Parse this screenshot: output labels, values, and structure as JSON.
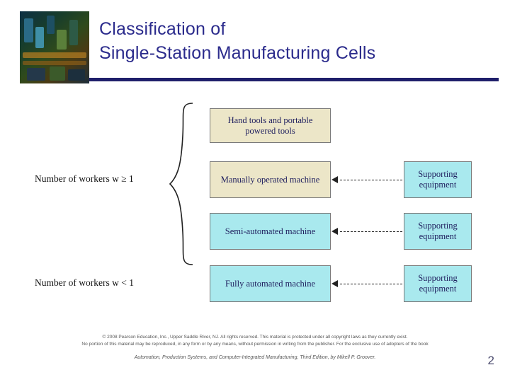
{
  "header": {
    "title_line1": "Classification of",
    "title_line2": "Single-Station Manufacturing Cells",
    "rule_color": "#1f1f6b",
    "title_color": "#2b2b8c"
  },
  "diagram": {
    "left_labels": [
      {
        "text": "Number of workers w ≥ 1"
      },
      {
        "text": "Number of workers w < 1"
      }
    ],
    "center_boxes": [
      {
        "text": "Hand tools and portable powered tools",
        "fill": "#ece6c8"
      },
      {
        "text": "Manually operated machine",
        "fill": "#ece6c8"
      },
      {
        "text": "Semi-automated machine",
        "fill": "#a9e9ee"
      },
      {
        "text": "Fully automated machine",
        "fill": "#a9e9ee"
      }
    ],
    "right_boxes": [
      {
        "text": "Supporting equipment",
        "fill": "#a9e9ee"
      },
      {
        "text": "Supporting equipment",
        "fill": "#a9e9ee"
      },
      {
        "text": "Supporting equipment",
        "fill": "#a9e9ee"
      }
    ]
  },
  "footer": {
    "copyright_line1": "© 2008 Pearson Education, Inc., Upper Saddle River, NJ.  All rights reserved.  This material is protected under all copyright laws as they currently exist.",
    "copyright_line2": "No portion of this material may be reproduced, in any form or by any means, without permission in writing from the publisher.  For the exclusive use of adopters of the book",
    "book_note": "Automation, Production Systems, and Computer-Integrated Manufacturing, Third Edition, by Mikell P. Groover.",
    "page_number": "2"
  }
}
